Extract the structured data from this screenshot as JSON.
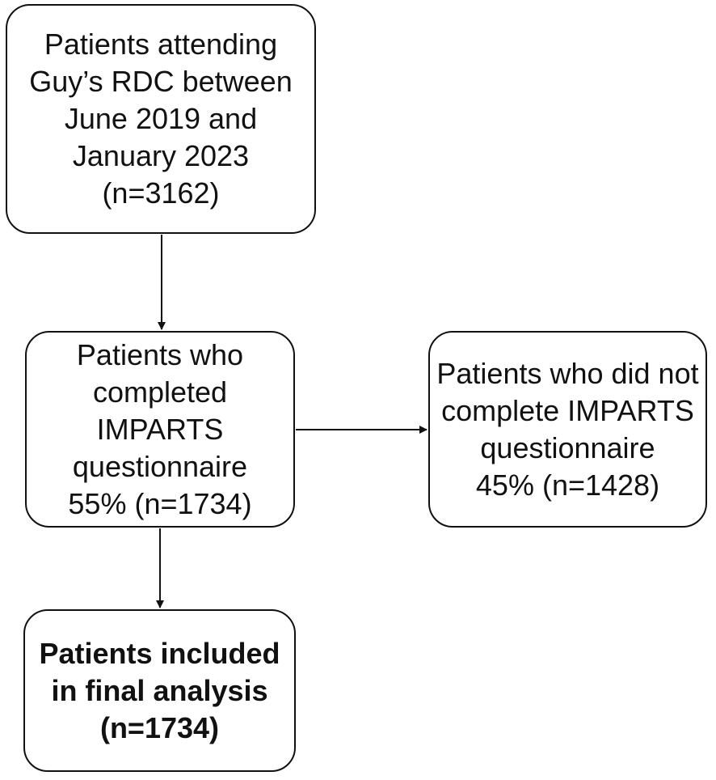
{
  "boxes": {
    "start": {
      "lines": [
        "Patients attending",
        "Guy’s RDC between",
        "June 2019 and",
        "January 2023",
        "(n=3162)"
      ]
    },
    "completed": {
      "lines": [
        "Patients who",
        "completed",
        "IMPARTS",
        "questionnaire",
        "55% (n=1734)"
      ]
    },
    "not_completed": {
      "lines": [
        "Patients who did not",
        "complete IMPARTS",
        "questionnaire",
        "45% (n=1428)"
      ]
    },
    "final": {
      "lines": [
        "Patients included",
        "in final analysis",
        "(n=1734)"
      ]
    }
  },
  "colors": {
    "border": "#111111",
    "text": "#111111",
    "background": "#ffffff"
  }
}
